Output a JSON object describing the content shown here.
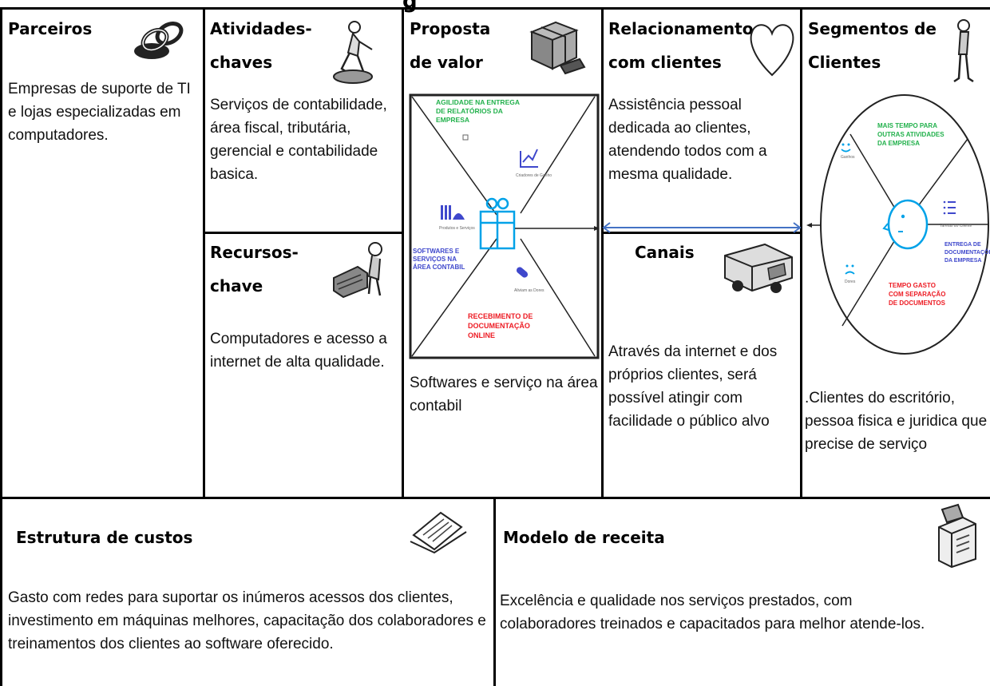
{
  "canvas": {
    "title_fragment": "g",
    "parceiros": {
      "title": "Parceiros",
      "body": "Empresas de suporte de TI e lojas especializadas em computadores.",
      "icon": "linked-rings-icon"
    },
    "atividades": {
      "title_line1": "Atividades-",
      "title_line2": "chaves",
      "body": "Serviços de contabilidade, área fiscal, tributária, gerencial e contabilidade basica.",
      "icon": "worker-icon"
    },
    "recursos": {
      "title_line1": "Recursos-",
      "title_line2": "chave",
      "body": "Computadores e acesso a internet de alta qualidade.",
      "icon": "factory-worker-icon"
    },
    "proposta": {
      "title_line1": "Proposta",
      "title_line2": "de valor",
      "body": "Softwares e serviço na área contabil",
      "icon": "gift-package-icon",
      "diagram": {
        "top_label": [
          "AGILIDADE NA ENTREGA",
          "DE RELATÓRIOS DA",
          "EMPRESA"
        ],
        "left_label": [
          "SOFTWARES E",
          "SERVIÇOS NA",
          "ÁREA CONTABIL"
        ],
        "bottom_label": [
          "RECEBIMENTO DE",
          "DOCUMENTAÇÃO",
          "ONLINE"
        ],
        "caption_gain": "Criadores de Ganho",
        "caption_products": "Produtos e Serviços",
        "caption_pain": "Aliviam as Dores",
        "colors": {
          "green": "#22b14c",
          "blue": "#3f48cc",
          "red": "#ed1c24",
          "gift": "#00a2e8"
        }
      }
    },
    "relacionamento": {
      "title_line1": "Relacionamento",
      "title_line2": "com clientes",
      "body": "Assistência pessoal dedicada ao clientes, atendendo todos com a mesma qualidade.",
      "icon": "heart-icon"
    },
    "canais": {
      "title": "Canais",
      "body": "Através da internet e dos próprios clientes, será possível atingir com facilidade o público alvo",
      "icon": "truck-icon"
    },
    "segmentos": {
      "title_line1": "Segmentos de",
      "title_line2": "Clientes",
      "body": ".Clientes do escritório, pessoa fisica e juridica que precise de serviço",
      "icon": "standing-person-icon",
      "diagram": {
        "gain_label": [
          "MAIS TEMPO PARA",
          "OUTRAS ATIVIDADES",
          "DA EMPRESA"
        ],
        "task_label": [
          "ENTREGA DE",
          "DOCUMENTAÇÕES",
          "DA EMPRESA"
        ],
        "pain_label": [
          "TEMPO GASTO",
          "COM SEPARAÇÃO",
          "DE DOCUMENTOS"
        ],
        "caption_gain": "Ganhos",
        "caption_task": "Tarefas do Cliente",
        "caption_pain": "Dores"
      }
    },
    "custos": {
      "title": "Estrutura de custos",
      "body": "Gasto com redes para suportar os inúmeros acessos dos clientes, investimento em máquinas melhores, capacitação dos colaboradores e treinamentos dos clientes ao software oferecido.",
      "icon": "receipt-icon"
    },
    "receita": {
      "title": "Modelo de receita",
      "body": "Excelência e qualidade nos serviços prestados, com colaboradores treinados e capacitados para melhor atende-los.",
      "icon": "cash-register-icon"
    }
  }
}
